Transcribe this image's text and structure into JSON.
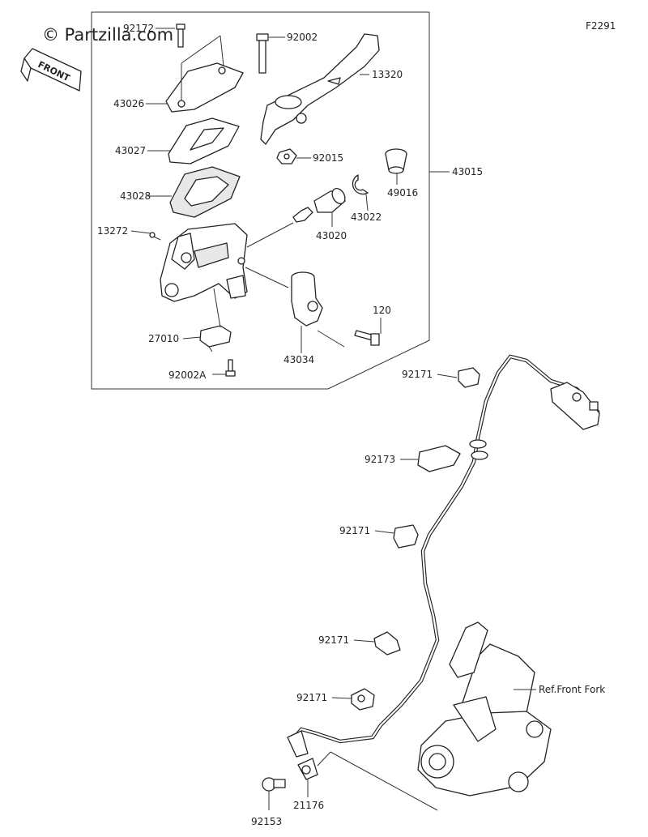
{
  "figure_code": "F2291",
  "watermark": "© Partzilla.com",
  "front_tag": "FRONT",
  "callouts": {
    "p92172": "92172",
    "p92002": "92002",
    "p13320": "13320",
    "p43026": "43026",
    "p43027": "43027",
    "p92015": "92015",
    "p43015": "43015",
    "p49016": "49016",
    "p43028": "43028",
    "p43022": "43022",
    "p13272": "13272",
    "p43020": "43020",
    "p120": "120",
    "p27010": "27010",
    "p43034": "43034",
    "p92002A": "92002A",
    "p92171a": "92171",
    "p92173": "92173",
    "p92171b": "92171",
    "p92171c": "92171",
    "p92171d": "92171",
    "ref_front_fork": "Ref.Front Fork",
    "p21176": "21176",
    "p92153": "92153"
  }
}
